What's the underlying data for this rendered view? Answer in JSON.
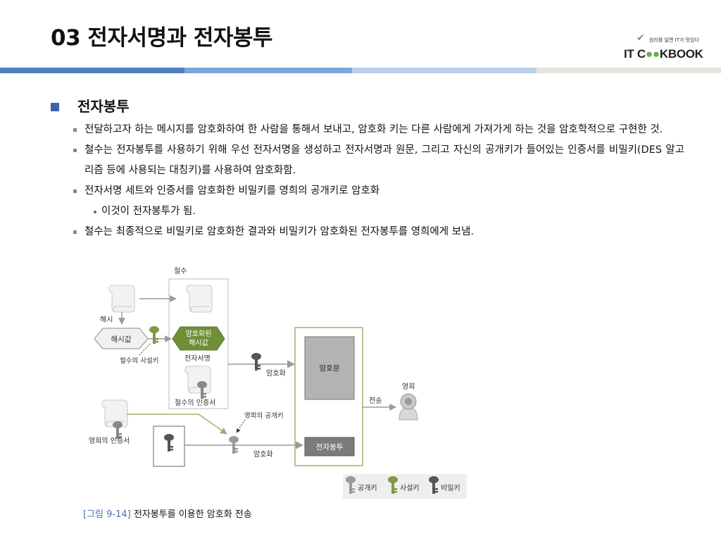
{
  "title": "03 전자서명과 전자봉투",
  "logo": {
    "tagline": "원리를 알면 IT가 맛있다",
    "brand_pre": "IT C",
    "brand_oo": "●●",
    "brand_post": "KBOOK"
  },
  "header_bar_colors": [
    "#4f7fbf",
    "#7fa6d8",
    "#b9cfeb",
    "#e5e4dc"
  ],
  "section_title": "전자봉투",
  "bullets": [
    "전달하고자 하는 메시지를 암호화하여 한 사람을 통해서 보내고, 암호화 키는 다른 사람에게 가져가게 하는 것을 암호학적으로 구현한 것.",
    "철수는 전자봉투를 사용하기 위해 우선 전자서명을 생성하고 전자서명과 원문, 그리고 자신의 공개키가 들어있는 인증서를 비밀키(DES 알고리즘 등에 사용되는 대칭키)를 사용하여 암호화함.",
    "전자서명 세트와 인증서를 암호화한 비밀키를 영희의 공개키로 암호화"
  ],
  "sub_bullet": "이것이 전자봉투가 됨.",
  "last_bullet": "철수는 최종적으로 비밀키로 암호화한 결과와 비밀키가 암호화된 전자봉투를 영희에게 보냄.",
  "diagram": {
    "cheolsu": "철수",
    "hash_label": "해시",
    "hash_value": "해시값",
    "encrypted_hash_line1": "암호화된",
    "encrypted_hash_line2": "해시값",
    "private_key_label": "철수의 사설키",
    "signature_label": "전자서명",
    "cheolsu_cert": "철수의 인증서",
    "encrypt_label": "암호화",
    "ciphertext": "암호문",
    "transmit": "전송",
    "younghee": "영희",
    "younghee_pubkey": "영희의 공개키",
    "younghee_cert": "영희의 인증서",
    "encrypt_label2": "암호화",
    "envelope": "전자봉투",
    "legend_public": "공개키",
    "legend_private": "사설키",
    "legend_secret": "비밀키"
  },
  "caption_num": "[그림 9-14]",
  "caption_text": " 전자봉투를 이용한 암호화 전송"
}
